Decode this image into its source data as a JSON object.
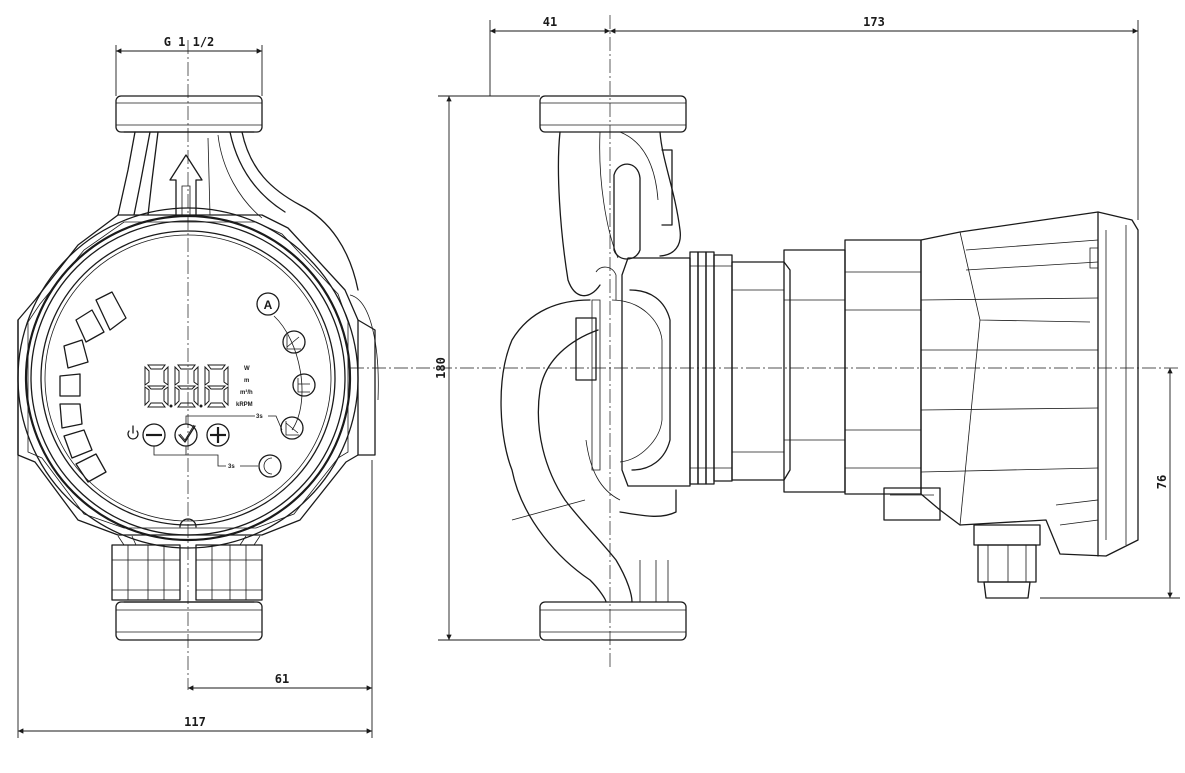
{
  "dimensions": {
    "thread": "G 1 1/2",
    "width_total": "117",
    "width_half": "61",
    "height": "180",
    "depth_front": "41",
    "depth_rear": "173",
    "axis_offset": "76"
  },
  "control_panel": {
    "mode_auto": "A",
    "unit_power": "W",
    "unit_head": "m",
    "unit_flow": "m³/h",
    "unit_speed": "kRPM",
    "hold_time_1": "3s",
    "hold_time_2": "3s"
  }
}
